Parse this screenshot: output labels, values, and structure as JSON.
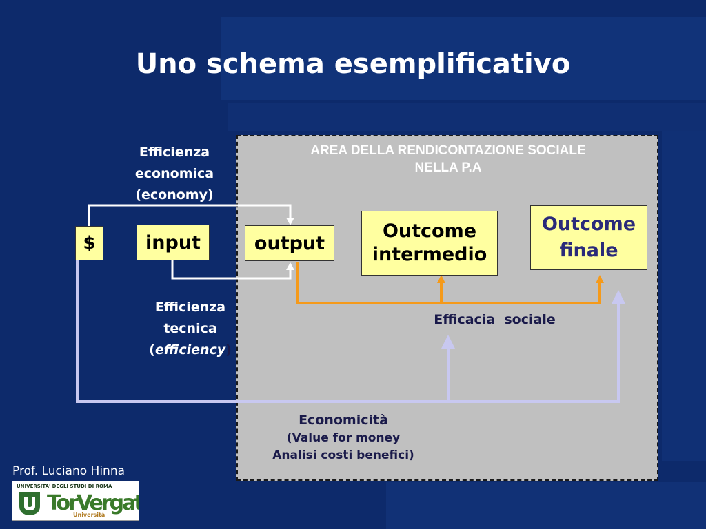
{
  "title": "Uno schema esemplificativo",
  "area_title": [
    "AREA DELLA RENDICONTAZIONE SOCIALE",
    "NELLA P.A"
  ],
  "nodes": {
    "dollar": "$",
    "input": "input",
    "output": "output",
    "outcome_intermedio": [
      "Outcome",
      "intermedio"
    ],
    "outcome_finale": [
      "Outcome",
      "finale"
    ]
  },
  "labels": {
    "efficienza_economica": [
      "Efficienza",
      "economica",
      "(economy)"
    ],
    "efficienza_tecnica": [
      "Efficienza",
      "tecnica",
      "(",
      "efficiency",
      ")"
    ],
    "efficacia_sociale": "Efficacia  sociale",
    "economicita": [
      "Economicità",
      "(Value for money",
      "Analisi costi benefici)"
    ]
  },
  "footer": {
    "author": "Prof. Luciano Hinna",
    "logo_top": "UNIVERSITA' DEGLI STUDI DI ROMA",
    "logo_word": "TorVergata",
    "logo_sub": "Università"
  },
  "colors": {
    "background": "#0d2a6b",
    "area": "#c0c0c0",
    "box": "#ffffa0",
    "orange_connector": "#f59a1a",
    "white_connector": "#ffffff",
    "lavender_connector": "#c8c8f0",
    "label_dark": "#1a1a4a"
  }
}
